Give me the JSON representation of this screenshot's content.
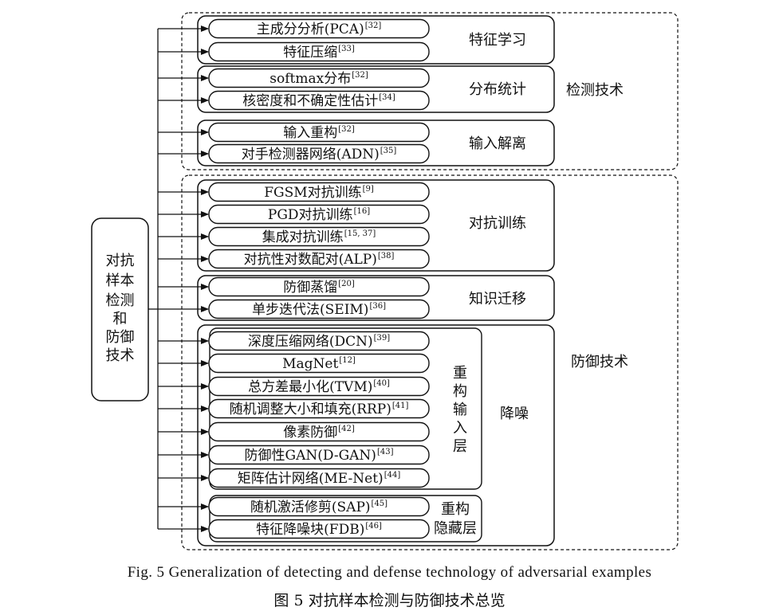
{
  "root": {
    "label": [
      "对抗",
      "样本",
      "检测",
      "和",
      "防御",
      "技术"
    ]
  },
  "regions": {
    "detection": "检测技术",
    "defense": "防御技术"
  },
  "categories": {
    "feature_learning": "特征学习",
    "distribution_stats": "分布统计",
    "input_disentangle": "输入解离",
    "adversarial_training": "对抗训练",
    "knowledge_transfer": "知识迁移",
    "denoising": "降噪"
  },
  "subgroups": {
    "reconstruct_input": [
      "重",
      "构",
      "输",
      "入",
      "层"
    ],
    "reconstruct_hidden": [
      "重构",
      "隐藏层"
    ]
  },
  "leaves": {
    "pca": {
      "text": "主成分分析(PCA)",
      "ref": "[32]"
    },
    "feature_compression": {
      "text": "特征压缩",
      "ref": "[33]"
    },
    "softmax": {
      "text": "softmax分布",
      "ref": "[32]"
    },
    "kde": {
      "text": "核密度和不确定性估计",
      "ref": "[34]"
    },
    "input_reconstruct": {
      "text": "输入重构",
      "ref": "[32]"
    },
    "adn": {
      "text": "对手检测器网络(ADN)",
      "ref": "[35]"
    },
    "fgsm": {
      "text": "FGSM对抗训练",
      "ref": "[9]"
    },
    "pgd": {
      "text": "PGD对抗训练",
      "ref": "[16]"
    },
    "ensemble": {
      "text": "集成对抗训练",
      "ref": "[15, 37]"
    },
    "alp": {
      "text": "对抗性对数配对(ALP)",
      "ref": "[38]"
    },
    "distillation": {
      "text": "防御蒸馏",
      "ref": "[20]"
    },
    "seim": {
      "text": "单步迭代法(SEIM)",
      "ref": "[36]"
    },
    "dcn": {
      "text": "深度压缩网络(DCN)",
      "ref": "[39]"
    },
    "magnet": {
      "text": "MagNet",
      "ref": "[12]"
    },
    "tvm": {
      "text": "总方差最小化(TVM)",
      "ref": "[40]"
    },
    "rrp": {
      "text": "随机调整大小和填充(RRP)",
      "ref": "[41]"
    },
    "pixel": {
      "text": "像素防御",
      "ref": "[42]"
    },
    "dgan": {
      "text": "防御性GAN(D-GAN)",
      "ref": "[43]"
    },
    "menet": {
      "text": "矩阵估计网络(ME-Net)",
      "ref": "[44]"
    },
    "sap": {
      "text": "随机激活修剪(SAP)",
      "ref": "[45]"
    },
    "fdb": {
      "text": "特征降噪块(FDB)",
      "ref": "[46]"
    }
  },
  "caption": {
    "en": "Fig. 5   Generalization of detecting and defense technology of adversarial examples",
    "zh": "图 5   对抗样本检测与防御技术总览"
  }
}
